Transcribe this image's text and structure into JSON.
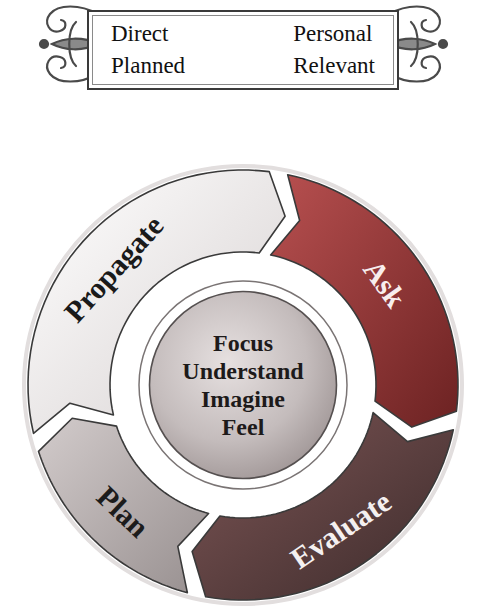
{
  "diagram": {
    "nodes": [
      {
        "text": [
          "Direct",
          "Personal",
          "Planned",
          "Relevant"
        ]
      },
      {
        "text": [
          "Ask"
        ]
      },
      {
        "text": [
          "Evaluate"
        ]
      },
      {
        "text": [
          "Plan"
        ]
      },
      {
        "text": [
          "Propagate"
        ]
      },
      {
        "text": [
          "Focus Understand Imagine Feel"
        ]
      }
    ]
  }
}
